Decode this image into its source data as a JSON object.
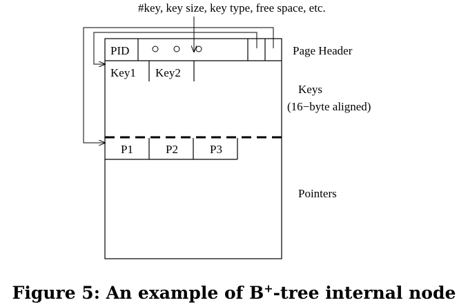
{
  "diagram": {
    "header_annotation": "#key, key size, key type, free space, etc.",
    "fields": {
      "pid": "PID",
      "key1": "Key1",
      "key2": "Key2",
      "p1": "P1",
      "p2": "P2",
      "p3": "P3"
    },
    "labels": {
      "page_header": "Page Header",
      "keys": "Keys",
      "keys_note": "(16−byte aligned)",
      "pointers": "Pointers"
    }
  },
  "caption": {
    "prefix": "Figure 5:  An example of B",
    "superscript": "+",
    "suffix": "-tree internal node"
  }
}
